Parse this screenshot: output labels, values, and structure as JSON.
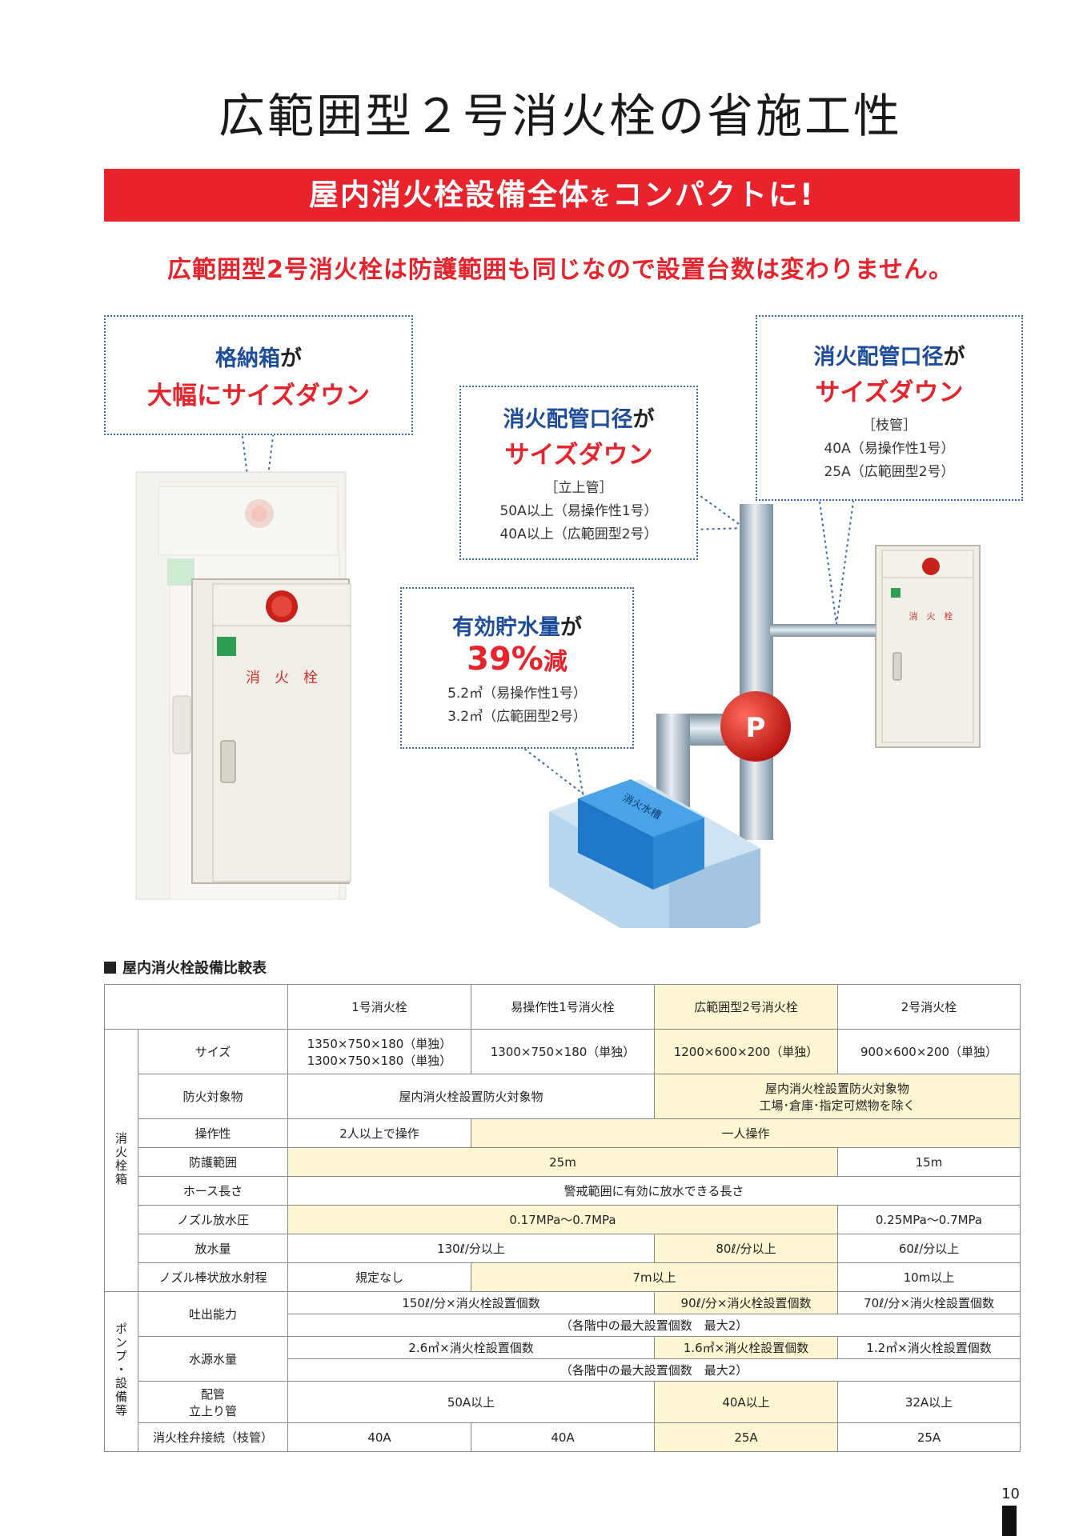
{
  "title": "広範囲型２号消火栓の省施工性",
  "banner": {
    "part1": "屋内消火栓設備全体",
    "part2": "を",
    "part3": "コンパクトに!"
  },
  "subtitle": "広範囲型2号消火栓は防護範囲も同じなので設置台数は変わりません。",
  "callouts": {
    "storage": {
      "line1_blue": "格納箱",
      "line1_tail": "が",
      "line2_red": "大幅にサイズダウン"
    },
    "riser": {
      "line1_blue": "消火配管口径",
      "line1_tail": "が",
      "line2_red": "サイズダウン",
      "label": "［立上管］",
      "item1": "50A以上（易操作性1号）",
      "item2": "40A以上（広範囲型2号）"
    },
    "branch": {
      "line1_blue": "消火配管口径",
      "line1_tail": "が",
      "line2_red": "サイズダウン",
      "label": "［枝管］",
      "item1": "40A（易操作性1号）",
      "item2": "25A（広範囲型2号）"
    },
    "water": {
      "line1_blue": "有効貯水量",
      "line1_tail": "が",
      "pct": "39%",
      "pct_tail": "減",
      "item1": "5.2㎥（易操作性1号）",
      "item2": "3.2㎥（広範囲型2号）"
    }
  },
  "illustration": {
    "cabinet_label": "消　火　栓",
    "small_cabinet_label": "消　火　栓",
    "pump_label": "P",
    "tank_label": "消火水槽"
  },
  "colors": {
    "accent_red": "#e8232c",
    "accent_blue": "#1e4c9c",
    "highlight": "#fdf6d2",
    "tank_blue": "#2a7fd1"
  },
  "table": {
    "heading": "屋内消火栓設備比較表",
    "columns": [
      "1号消火栓",
      "易操作性1号消火栓",
      "広範囲型2号消火栓",
      "2号消火栓"
    ],
    "group_box": "消火栓箱",
    "group_pump": "ポンプ・設備等",
    "rows": {
      "size": {
        "label": "サイズ",
        "c1a": "1350×750×180（単独）",
        "c1b": "1300×750×180（単独）",
        "c2": "1300×750×180（単独）",
        "c3": "1200×600×200（単独）",
        "c4": "900×600×200（単独）"
      },
      "target": {
        "label": "防火対象物",
        "c12": "屋内消火栓設置防火対象物",
        "c34a": "屋内消火栓設置防火対象物",
        "c34b": "工場･倉庫･指定可燃物を除く"
      },
      "operation": {
        "label": "操作性",
        "c1": "2人以上で操作",
        "c234": "一人操作"
      },
      "range": {
        "label": "防護範囲",
        "c123": "25m",
        "c4": "15m"
      },
      "hose": {
        "label": "ホース長さ",
        "all": "警戒範囲に有効に放水できる長さ"
      },
      "pressure": {
        "label": "ノズル放水圧",
        "c123": "0.17MPa〜0.7MPa",
        "c4": "0.25MPa〜0.7MPa"
      },
      "flow": {
        "label": "放水量",
        "c12": "130ℓ/分以上",
        "c3": "80ℓ/分以上",
        "c4": "60ℓ/分以上"
      },
      "reach": {
        "label": "ノズル棒状放水射程",
        "c1": "規定なし",
        "c23": "7m以上",
        "c4": "10m以上"
      },
      "discharge": {
        "label": "吐出能力",
        "c12": "150ℓ/分×消火栓設置個数",
        "c3": "90ℓ/分×消火栓設置個数",
        "c4": "70ℓ/分×消火栓設置個数",
        "note": "（各階中の最大設置個数　最大2）"
      },
      "water": {
        "label": "水源水量",
        "c12": "2.6㎥×消火栓設置個数",
        "c3": "1.6㎥×消火栓設置個数",
        "c4": "1.2㎥×消火栓設置個数",
        "note": "（各階中の最大設置個数　最大2）"
      },
      "pipe": {
        "label1": "配管",
        "label2": "立上り管",
        "c12": "50A以上",
        "c3": "40A以上",
        "c4": "32A以上"
      },
      "valve": {
        "label": "消火栓弁接続（枝管）",
        "c1": "40A",
        "c2": "40A",
        "c3": "25A",
        "c4": "25A"
      }
    }
  },
  "page_number": "10"
}
